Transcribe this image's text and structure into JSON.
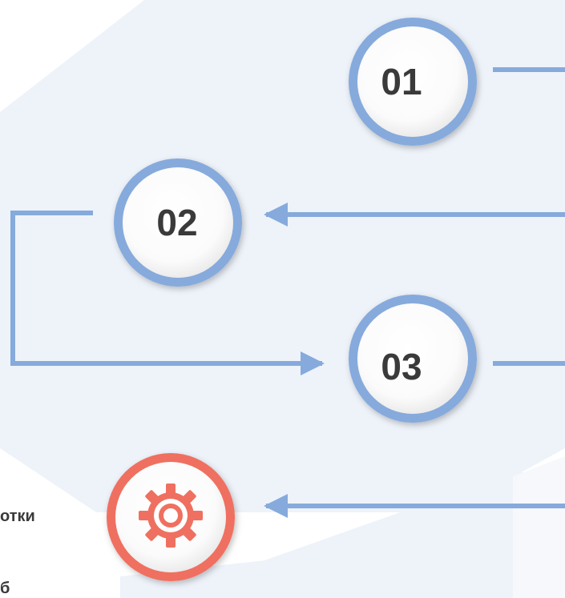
{
  "colors": {
    "background": "#ffffff",
    "hexagon_fill": "#eef3fa",
    "hexagon_fill_light": "#f3f6fb",
    "connector": "#86aadc",
    "circle_ring": "#86aadc",
    "circle_inner": "#ffffff",
    "gear_ring": "#ef7060",
    "gear_icon": "#ef7060",
    "text": "#3a3a3a"
  },
  "steps": [
    {
      "label": "01"
    },
    {
      "label": "02"
    },
    {
      "label": "03"
    }
  ],
  "gear": {
    "icon": "gear-icon"
  },
  "side_text": {
    "line1": "отки",
    "line2": "б"
  }
}
